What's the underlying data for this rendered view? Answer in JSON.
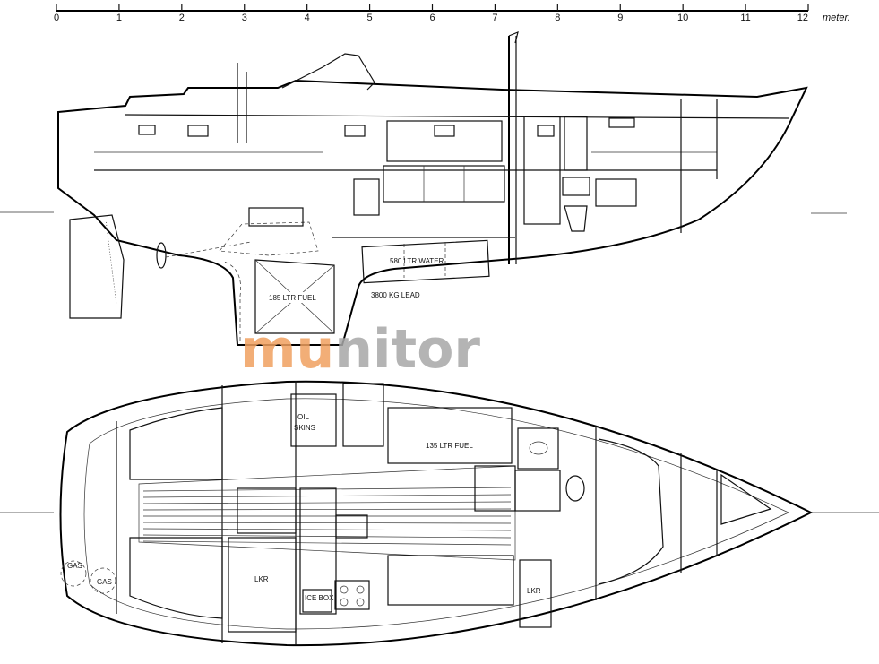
{
  "scale": {
    "ticks": [
      "0",
      "1",
      "2",
      "3",
      "4",
      "5",
      "6",
      "7",
      "8",
      "9",
      "10",
      "11",
      "12"
    ],
    "unit": "meter."
  },
  "profile": {
    "water_tank": "580 LTR WATER",
    "fuel_tank": "185 LTR FUEL",
    "ballast": "3800 KG LEAD"
  },
  "plan": {
    "oil_skins": [
      "OIL",
      "SKINS"
    ],
    "fuel_tank": "135 LTR FUEL",
    "locker_aft": "LKR",
    "locker_fwd": "LKR",
    "ice_box": "ICE BOX",
    "gas_1": "GAS",
    "gas_2": "GAS"
  },
  "watermark": {
    "text_orange": "mu",
    "text_grey": "nitor",
    "colors": {
      "orange": "#f0a060",
      "grey": "#a8a8a8"
    }
  }
}
